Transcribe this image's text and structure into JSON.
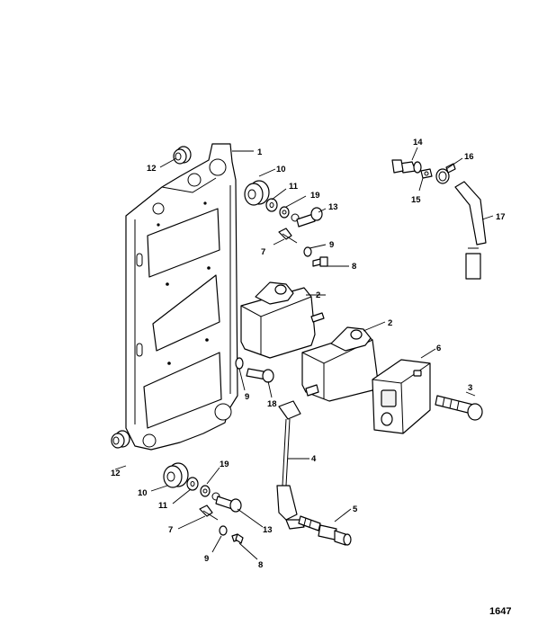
{
  "figure_number": "1647",
  "callouts": [
    {
      "id": "c1",
      "label": "1"
    },
    {
      "id": "c2a",
      "label": "2"
    },
    {
      "id": "c2b",
      "label": "2"
    },
    {
      "id": "c3",
      "label": "3"
    },
    {
      "id": "c4",
      "label": "4"
    },
    {
      "id": "c5",
      "label": "5"
    },
    {
      "id": "c6",
      "label": "6"
    },
    {
      "id": "c7a",
      "label": "7"
    },
    {
      "id": "c7b",
      "label": "7"
    },
    {
      "id": "c8a",
      "label": "8"
    },
    {
      "id": "c8b",
      "label": "8"
    },
    {
      "id": "c9a",
      "label": "9"
    },
    {
      "id": "c9b",
      "label": "9"
    },
    {
      "id": "c9c",
      "label": "9"
    },
    {
      "id": "c10a",
      "label": "10"
    },
    {
      "id": "c10b",
      "label": "10"
    },
    {
      "id": "c11a",
      "label": "11"
    },
    {
      "id": "c11b",
      "label": "11"
    },
    {
      "id": "c12a",
      "label": "12"
    },
    {
      "id": "c12b",
      "label": "12"
    },
    {
      "id": "c13a",
      "label": "13"
    },
    {
      "id": "c13b",
      "label": "13"
    },
    {
      "id": "c14",
      "label": "14"
    },
    {
      "id": "c15",
      "label": "15"
    },
    {
      "id": "c16",
      "label": "16"
    },
    {
      "id": "c17",
      "label": "17"
    },
    {
      "id": "c18",
      "label": "18"
    },
    {
      "id": "c19a",
      "label": "19"
    },
    {
      "id": "c19b",
      "label": "19"
    }
  ]
}
